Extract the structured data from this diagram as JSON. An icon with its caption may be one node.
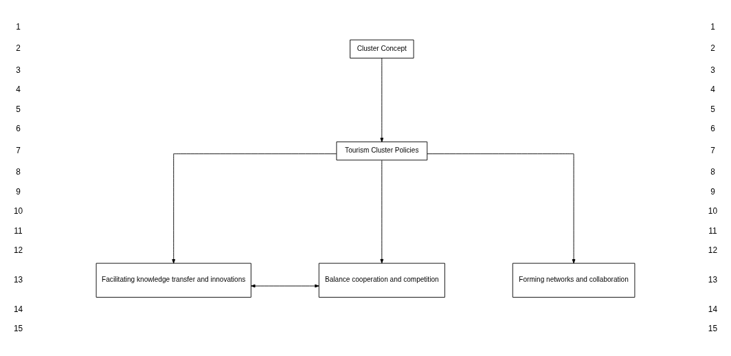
{
  "diagram": {
    "nodes": [
      {
        "text": [
          "Cluster Concept"
        ]
      },
      {
        "text": [
          "Tourism Cluster Policies"
        ]
      },
      {
        "text": [
          "Facilitating knowledge transfer and innovations"
        ]
      },
      {
        "text": [
          "Balance cooperation and competition"
        ]
      },
      {
        "text": [
          "Forming networks and collaboration"
        ]
      }
    ],
    "edges": [
      {
        "from": 0,
        "to": 1,
        "arrow": "to"
      },
      {
        "from": 1,
        "to": 2,
        "arrow": "to"
      },
      {
        "from": 1,
        "to": 3,
        "arrow": "to"
      },
      {
        "from": 1,
        "to": 4,
        "arrow": "to"
      },
      {
        "from": 2,
        "to": 3,
        "arrow": "both"
      }
    ],
    "labels": [
      "1",
      "1",
      "2",
      "2",
      "3",
      "3",
      "4",
      "4",
      "5",
      "5",
      "6",
      "6",
      "7",
      "7",
      "8",
      "8",
      "9",
      "9",
      "10",
      "10",
      "11",
      "11",
      "12",
      "12",
      "13",
      "13",
      "14",
      "14",
      "15",
      "15"
    ]
  }
}
